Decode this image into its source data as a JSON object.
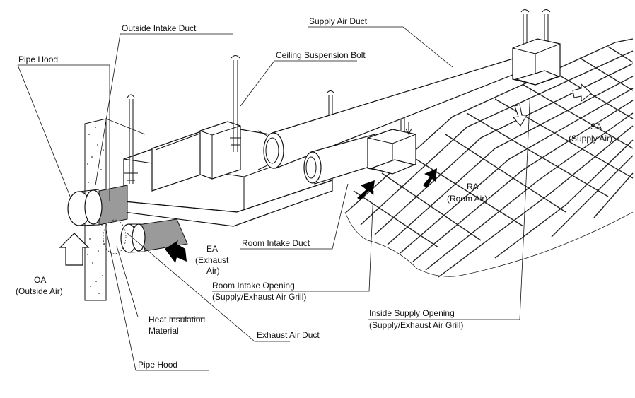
{
  "labels": {
    "outside_intake_duct": "Outside Intake Duct",
    "supply_air_duct": "Supply Air Duct",
    "pipe_hood_top": "Pipe Hood",
    "ceiling_suspension_bolt": "Ceiling Suspension Bolt",
    "sa": "SA",
    "sa_full": "(Supply Air)",
    "ra": "RA",
    "ra_full": "(Room Air)",
    "ea": "EA",
    "ea_line2": "(Exhaust",
    "ea_line3": "Air)",
    "room_intake_duct": "Room Intake Duct",
    "room_intake_opening": "Room Intake Opening",
    "room_intake_opening_sub": "(Supply/Exhaust Air Grill)",
    "oa": "OA",
    "oa_full": "(Outside Air)",
    "heat_insulation_line1": "Heat Insulation",
    "heat_insulation_line2": "Material",
    "exhaust_air_duct": "Exhaust Air Duct",
    "inside_supply_opening": "Inside Supply Opening",
    "inside_supply_opening_sub": "(Supply/Exhaust Air Grill)",
    "pipe_hood_bottom": "Pipe Hood"
  },
  "colors": {
    "line": "#111111",
    "insulation": "#9a9a9a",
    "arrow_fill": "#000000",
    "background": "#ffffff"
  }
}
